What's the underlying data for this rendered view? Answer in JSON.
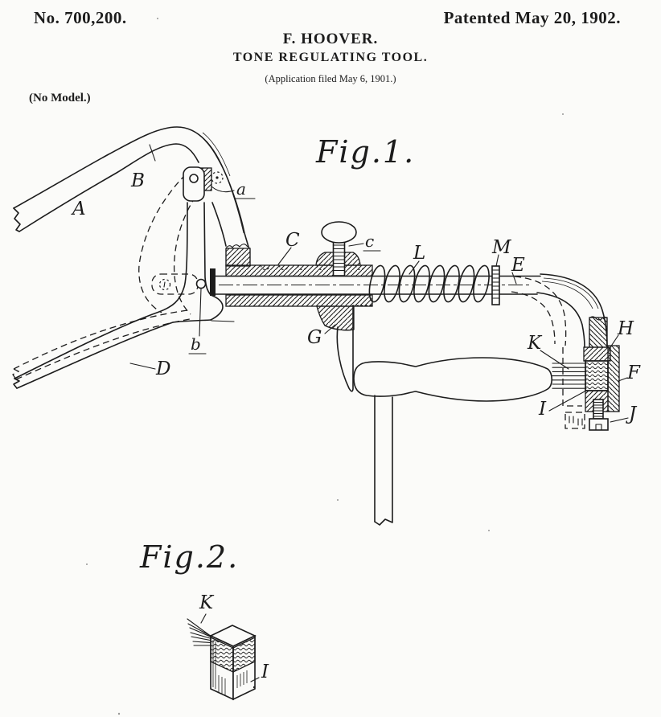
{
  "page": {
    "background": "#fbfbf9",
    "ink": "#1c1c1c"
  },
  "header": {
    "patent_number": "No. 700,200.",
    "patent_date": "Patented May 20, 1902.",
    "inventor_line": "F. HOOVER.",
    "title_line": "TONE REGULATING TOOL.",
    "application_line": "(Application filed May 6, 1901.)",
    "model_note": "(No Model.)"
  },
  "figure1": {
    "caption": "Fig.1.",
    "labels": {
      "A": "A",
      "B": "B",
      "C": "C",
      "D": "D",
      "E": "E",
      "F": "F",
      "G": "G",
      "H": "H",
      "I": "I",
      "J": "J",
      "K": "K",
      "L": "L",
      "M": "M",
      "a": "a",
      "b": "b",
      "c": "c"
    }
  },
  "figure2": {
    "caption": "Fig.2.",
    "labels": {
      "K": "K",
      "I": "I"
    }
  }
}
